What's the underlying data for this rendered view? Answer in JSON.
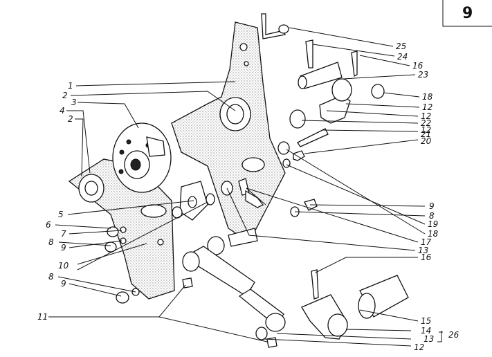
{
  "page_number": "9",
  "labels": {
    "l1": "1",
    "l2a": "2",
    "l2b": "2",
    "l3": "3",
    "l4": "4",
    "l5": "5",
    "l6": "6",
    "l7": "7",
    "l8a": "8",
    "l8b": "8",
    "l9a": "9",
    "l9b": "9",
    "l10": "10",
    "l11": "11",
    "r25": "25",
    "r24": "24",
    "r16a": "16",
    "r23": "23",
    "r18a": "18",
    "r12a": "12",
    "r12b": "12",
    "r22": "22",
    "r12c": "12",
    "r21": "21",
    "r20": "20",
    "r9": "9",
    "r8": "8",
    "r19": "19",
    "r18b": "18",
    "r17": "17",
    "r13": "13",
    "r16b": "16",
    "r15": "15",
    "r14": "14",
    "r13b": "13",
    "r26": "26",
    "r12d": "12"
  }
}
